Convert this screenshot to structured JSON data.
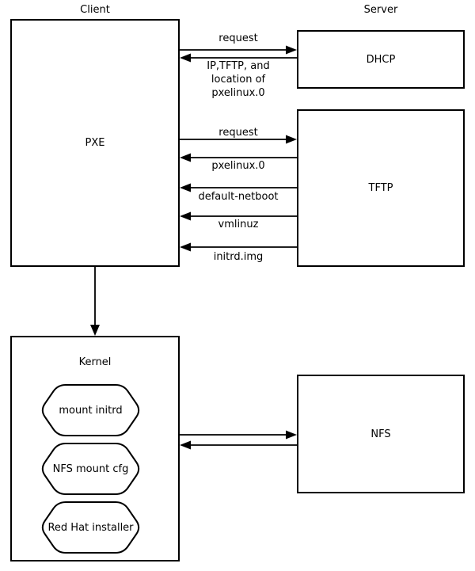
{
  "headers": {
    "client": "Client",
    "server": "Server"
  },
  "nodes": {
    "pxe": {
      "label": "PXE"
    },
    "dhcp": {
      "label": "DHCP"
    },
    "tftp": {
      "label": "TFTP"
    },
    "kernel": {
      "label": "Kernel"
    },
    "nfs": {
      "label": "NFS"
    }
  },
  "kernel_steps": [
    {
      "label": "mount initrd"
    },
    {
      "label": "NFS mount cfg"
    },
    {
      "label": "Red Hat installer"
    }
  ],
  "arrows": {
    "dhcp_request": "request",
    "dhcp_reply_lines": [
      "IP,TFTP, and",
      "location of",
      "pxelinux.0"
    ],
    "tftp_request": "request",
    "tftp_pxelinux": "pxelinux.0",
    "tftp_default_netboot": "default-netboot",
    "tftp_vmlinuz": "vmlinuz",
    "tftp_initrd": "initrd.img"
  },
  "colors": {
    "background": "#ffffff",
    "line": "#000000",
    "box_fill": "#ffffff",
    "text": "#000000"
  }
}
